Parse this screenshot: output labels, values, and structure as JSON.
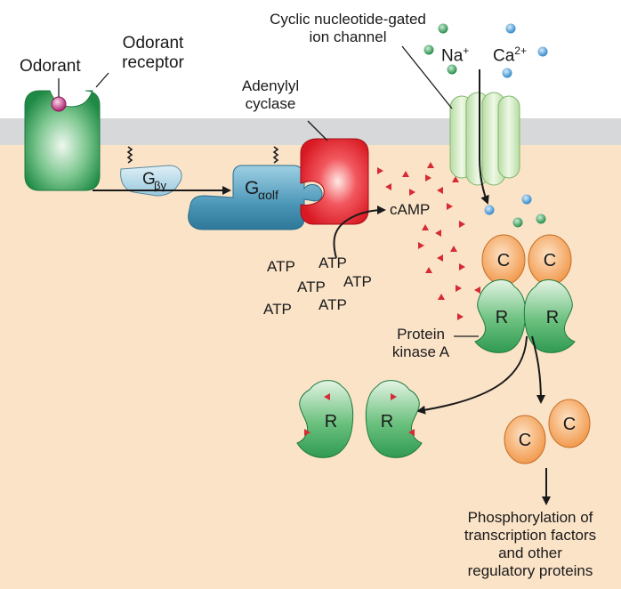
{
  "labels": {
    "odorant": "Odorant",
    "odorant_receptor_line1": "Odorant",
    "odorant_receptor_line2": "receptor",
    "adenylyl_line1": "Adenylyl",
    "adenylyl_line2": "cyclase",
    "channel_line1": "Cyclic nucleotide-gated",
    "channel_line2": "ion channel",
    "na": "Na",
    "na_sup": "+",
    "ca": "Ca",
    "ca_sup": "2+",
    "g_beta_gamma": "G",
    "g_beta_gamma_sub": "βγ",
    "g_alpha_olf": "G",
    "g_alpha_olf_sub": "αolf",
    "camp": "cAMP",
    "atp": "ATP",
    "catalytic": "C",
    "regulatory": "R",
    "pka_line1": "Protein",
    "pka_line2": "kinase A",
    "phos_line1": "Phosphorylation of",
    "phos_line2": "transcription factors",
    "phos_line3": "and other",
    "phos_line4": "regulatory proteins"
  },
  "colors": {
    "cytoplasm": "#fbe3c8",
    "membrane": "#d6d8da",
    "receptor": "#2e9a52",
    "g_alpha": "#4c97b8",
    "adenylyl_cyclase": "#e8222f",
    "channel": "#cfe7bf",
    "camp_marker": "#d62a35",
    "catalytic": "#f5a860",
    "regulatory": "#3fae62",
    "na_ion": "#2e9a52",
    "ca_ion": "#3a8fd0"
  }
}
